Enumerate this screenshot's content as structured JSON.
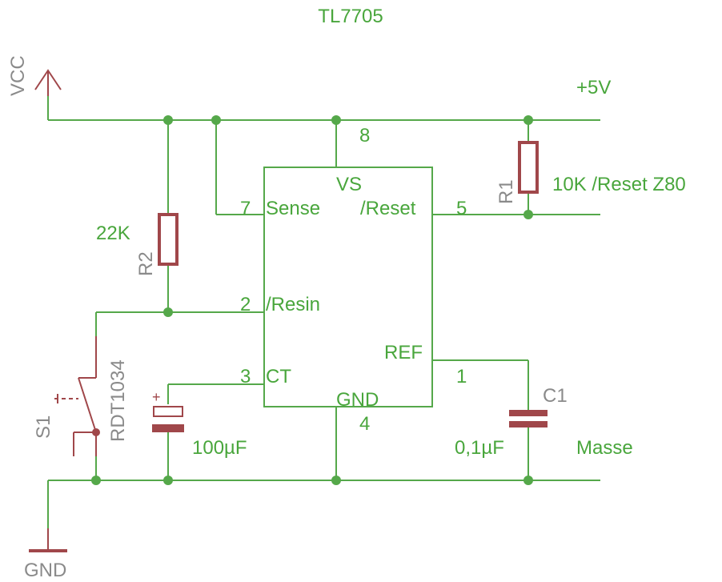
{
  "title": "TL7705",
  "supply": {
    "symbol": "VCC",
    "net_label": "+5V"
  },
  "ground": {
    "symbol": "GND",
    "net_label": "Masse"
  },
  "ic": {
    "pins": [
      {
        "number": "8",
        "name": "VS"
      },
      {
        "number": "7",
        "name": "Sense"
      },
      {
        "number": "5",
        "name": "/Reset"
      },
      {
        "number": "2",
        "name": "/Resin"
      },
      {
        "number": "3",
        "name": "CT"
      },
      {
        "number": "1",
        "name": "REF"
      },
      {
        "number": "4",
        "name": "GND"
      }
    ]
  },
  "components": {
    "r1": {
      "ref": "R1",
      "value": "10K /Reset Z80"
    },
    "r2": {
      "ref": "R2",
      "value": "22K"
    },
    "s1": {
      "ref": "S1",
      "value": "RDT1034"
    },
    "c_ct": {
      "value": "100µF",
      "polarity": "+"
    },
    "c1": {
      "ref": "C1",
      "value": "0,1µF"
    }
  },
  "colors": {
    "wire": "#55a84a",
    "part": "#a0474a",
    "label": "#49a63c",
    "ref": "#8a8a8a"
  }
}
